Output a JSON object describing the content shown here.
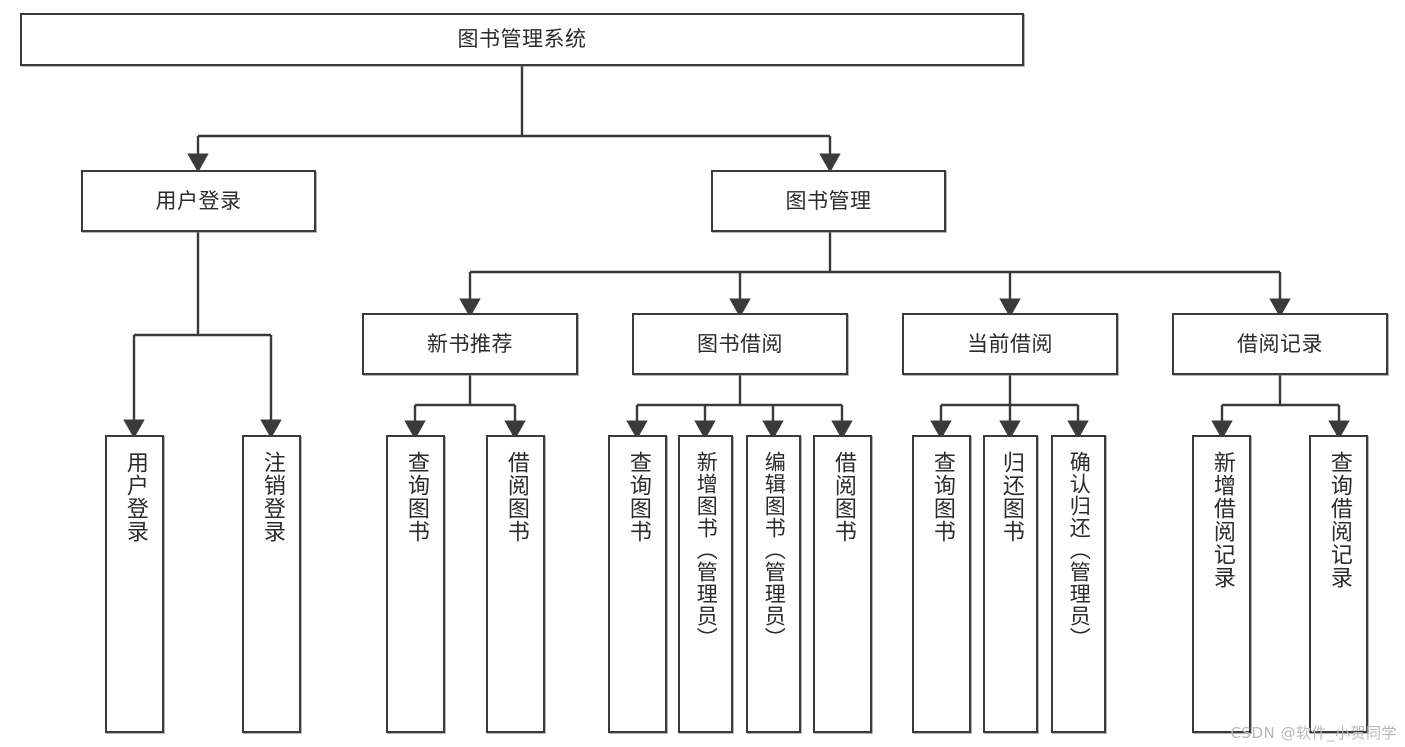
{
  "diagram": {
    "title": "图书管理系统",
    "watermark": "CSDN @软件_小贺同学",
    "style": {
      "border_color": "#3a3a3a",
      "background": "#ffffff",
      "text_color": "#2b2b2b",
      "watermark_color": "#b8b8b8"
    },
    "nodes": {
      "root": "图书管理系统",
      "level2": {
        "user_login": "用户登录",
        "book_manage": "图书管理"
      },
      "level3": {
        "new_book_rec": "新书推荐",
        "book_borrow": "图书借阅",
        "current_borrow": "当前借阅",
        "borrow_record": "借阅记录"
      },
      "leaves": {
        "user_login_1": "用户登录",
        "user_login_2": "注销登录",
        "new_book_rec_1": "查询图书",
        "new_book_rec_2": "借阅图书",
        "book_borrow_1": "查询图书",
        "book_borrow_2": "新增图书（管理员）",
        "book_borrow_3": "编辑图书（管理员）",
        "book_borrow_4": "借阅图书",
        "current_borrow_1": "查询图书",
        "current_borrow_2": "归还图书",
        "current_borrow_3": "确认归还（管理员）",
        "borrow_record_1": "新增借阅记录",
        "borrow_record_2": "查询借阅记录"
      }
    }
  }
}
